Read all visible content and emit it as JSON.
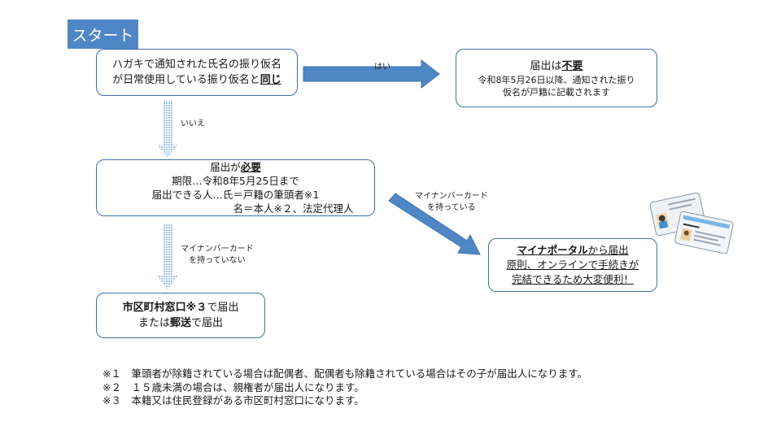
{
  "start": {
    "label": "スタート"
  },
  "q_box": {
    "line1": "ハガキで通知された氏名の振り仮名",
    "line2a": "が日常使用している振り仮名と",
    "line2b": "同じ"
  },
  "yes_label": "はい",
  "no_label": "いいえ",
  "not_required": {
    "line1a": "届出は",
    "line1b": "不要",
    "line2": "令和8年5月26日以降、通知された振り",
    "line3": "仮名が戸籍に記載されます"
  },
  "required": {
    "line1a": "届出が",
    "line1b": "必要",
    "line2": "期限…令和8年5月25日まで",
    "line3": "届出できる人…氏＝戸籍の筆頭者※1",
    "line4": "名＝本人※２、法定代理人"
  },
  "has_card_label": {
    "line1": "マイナンバーカード",
    "line2": "を持っている"
  },
  "no_card_label": {
    "line1": "マイナンバーカード",
    "line2": "を持っていない"
  },
  "portal": {
    "line1a": "マイナポータル",
    "line1b": "から届出",
    "line2": "原則、オンラインで手続きが",
    "line3": "完結できるため大変便利！"
  },
  "counter": {
    "line1a": "市区町村窓口※３",
    "line1b": "で届出",
    "line2a": "または",
    "line2b": "郵送",
    "line2c": "で届出"
  },
  "notes": [
    "※１　筆頭者が除籍されている場合は配偶者、配偶者も除籍されている場合はその子が届出人になります。",
    "※２　１５歳未満の場合は、親権者が届出人になります。",
    "※３　本籍又は住民登録がある市区町村窓口になります。"
  ],
  "colors": {
    "accent": "#4f86c6",
    "border": "#3f6fa8",
    "dotted_arrow": "#a8c8ec"
  },
  "icons": [
    "my-number-card-icon"
  ]
}
